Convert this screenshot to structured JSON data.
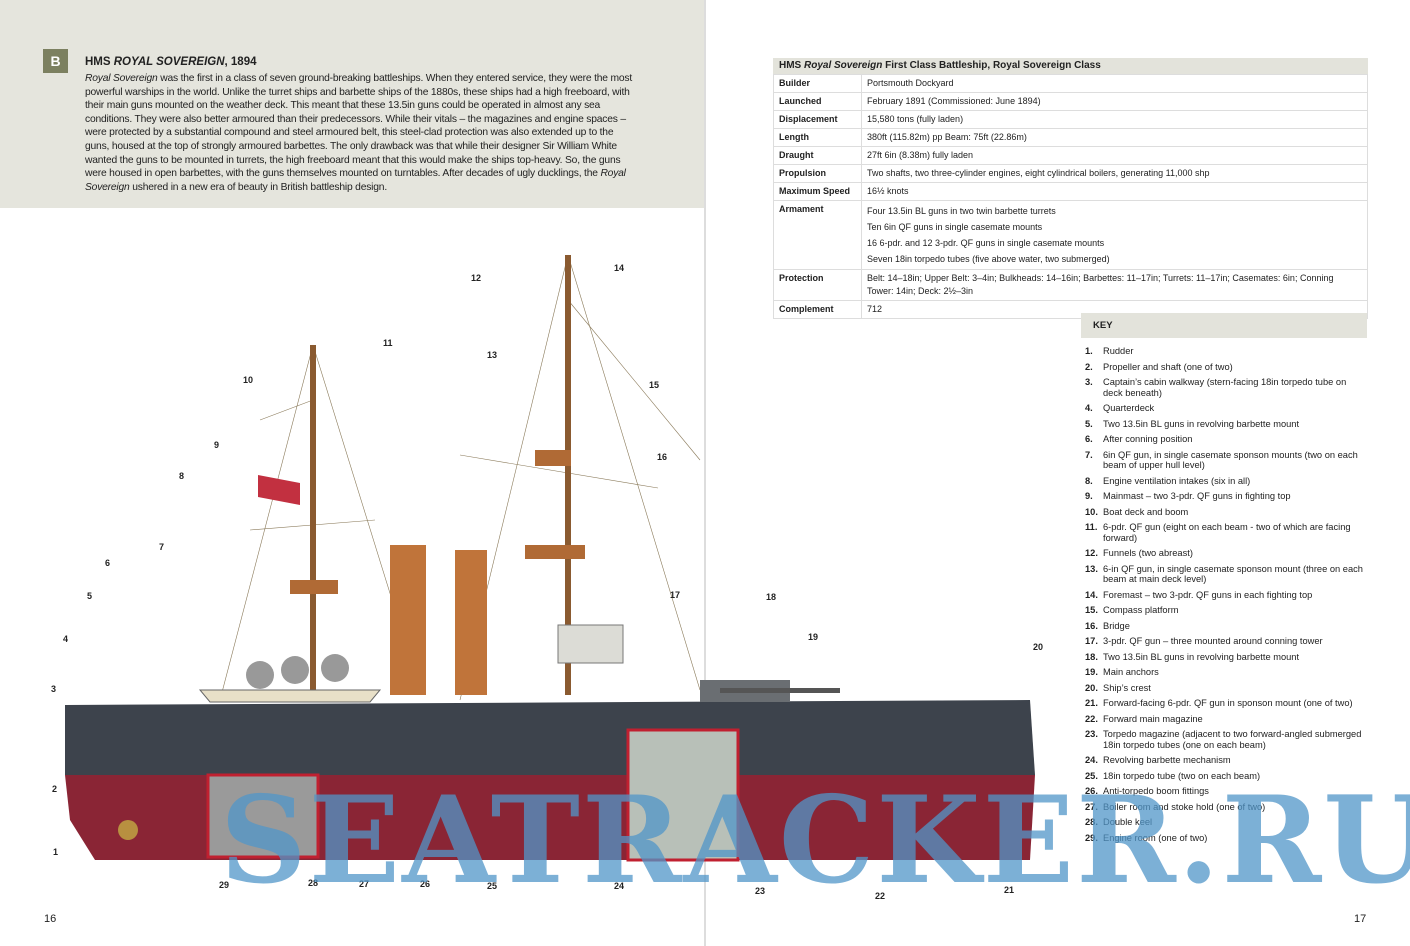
{
  "section": {
    "badge": "B",
    "title_prefix": "HMS ",
    "title_name": "ROYAL SOVEREIGN",
    "title_suffix": ", 1894",
    "intro_name": "Royal Sovereign",
    "intro_p1": " was the first in a class of seven ground-breaking battleships. When they entered service, they were the most powerful warships in the world. Unlike the turret ships and barbette ships of the 1880s, these ships had a high freeboard, with their main guns mounted on the weather deck. This meant that these 13.5in guns could be operated in almost any sea conditions. They were also better armoured than their predecessors. While their vitals – the magazines and engine spaces – were protected by a substantial compound and steel armoured belt, this steel-clad protection was also extended up to the guns, housed at the top of strongly armoured barbettes. The only drawback was that while their designer Sir William White wanted the guns to be mounted in turrets, the high freeboard meant that this would make the ships top-heavy. So, the guns were housed in open barbettes, with the guns themselves mounted on turntables. After decades of ugly ducklings, the ",
    "intro_p2": " ushered in a new era of beauty in British battleship design."
  },
  "spec": {
    "caption_prefix": "HMS ",
    "caption_name": "Royal Sovereign",
    "caption_suffix": " First Class Battleship, Royal Sovereign Class",
    "rows": [
      {
        "k": "Builder",
        "v": "Portsmouth Dockyard"
      },
      {
        "k": "Launched",
        "v": "February 1891 (Commissioned: June 1894)"
      },
      {
        "k": "Displacement",
        "v": "15,580 tons (fully laden)"
      },
      {
        "k": "Length",
        "v": "380ft (115.82m) pp Beam: 75ft (22.86m)"
      },
      {
        "k": "Draught",
        "v": "27ft 6in (8.38m) fully laden"
      },
      {
        "k": "Propulsion",
        "v": "Two shafts, two three-cylinder engines, eight cylindrical boilers, generating 11,000 shp"
      },
      {
        "k": "Maximum Speed",
        "v": "16½ knots"
      }
    ],
    "armament": {
      "k": "Armament",
      "lines": [
        "Four 13.5in BL guns in two twin barbette turrets",
        "Ten 6in QF guns in single casemate mounts",
        "16 6-pdr. and 12 3-pdr. QF guns in single casemate mounts",
        "Seven 18in torpedo tubes (five above water, two submerged)"
      ]
    },
    "protection": {
      "k": "Protection",
      "v": "Belt: 14–18in; Upper Belt: 3–4in; Bulkheads: 14–16in; Barbettes: 11–17in; Turrets: 11–17in; Casemates: 6in; Conning Tower: 14in; Deck: 2½–3in"
    },
    "complement": {
      "k": "Complement",
      "v": "712"
    }
  },
  "key": {
    "title": "KEY",
    "items": [
      "Rudder",
      "Propeller and shaft (one of two)",
      "Captain’s cabin walkway (stern-facing 18in torpedo tube on deck beneath)",
      "Quarterdeck",
      "Two 13.5in BL guns in revolving barbette mount",
      "After conning position",
      "6in QF gun, in single casemate sponson mounts (two on each beam of upper hull level)",
      "Engine ventilation intakes (six in all)",
      "Mainmast – two 3-pdr. QF guns in fighting top",
      "Boat deck and boom",
      "6-pdr. QF gun (eight on each beam - two of which are facing forward)",
      "Funnels (two abreast)",
      "6-in QF gun, in single casemate sponson mount (three on each beam at main deck level)",
      "Foremast – two 3-pdr. QF guns in each fighting top",
      "Compass platform",
      "Bridge",
      "3-pdr. QF gun – three mounted around conning tower",
      "Two 13.5in BL guns in revolving barbette mount",
      "Main anchors",
      "Ship’s crest",
      "Forward-facing 6-pdr. QF gun in sponson mount (one of two)",
      "Forward main magazine",
      "Torpedo magazine (adjacent to two forward-angled submerged 18in torpedo tubes (one on each beam)",
      "Revolving barbette mechanism",
      "18in torpedo tube (two on each beam)",
      "Anti-torpedo boom fittings",
      "Boiler room and stoke hold (one of two)",
      "Double keel",
      "Engine room (one of two)"
    ]
  },
  "callouts": [
    "1",
    "2",
    "3",
    "4",
    "5",
    "6",
    "7",
    "8",
    "9",
    "10",
    "11",
    "12",
    "13",
    "14",
    "15",
    "16",
    "17",
    "18",
    "19",
    "20",
    "21",
    "22",
    "23",
    "24",
    "25",
    "26",
    "27",
    "28",
    "29"
  ],
  "pages": {
    "left": "16",
    "right": "17"
  },
  "watermark": "SEATRACKER.RU",
  "colors": {
    "hull": "#3d434c",
    "lower_hull": "#8a2535",
    "funnel": "#c0743a",
    "panel": "#e5e5dd",
    "badge": "#7c8060"
  }
}
